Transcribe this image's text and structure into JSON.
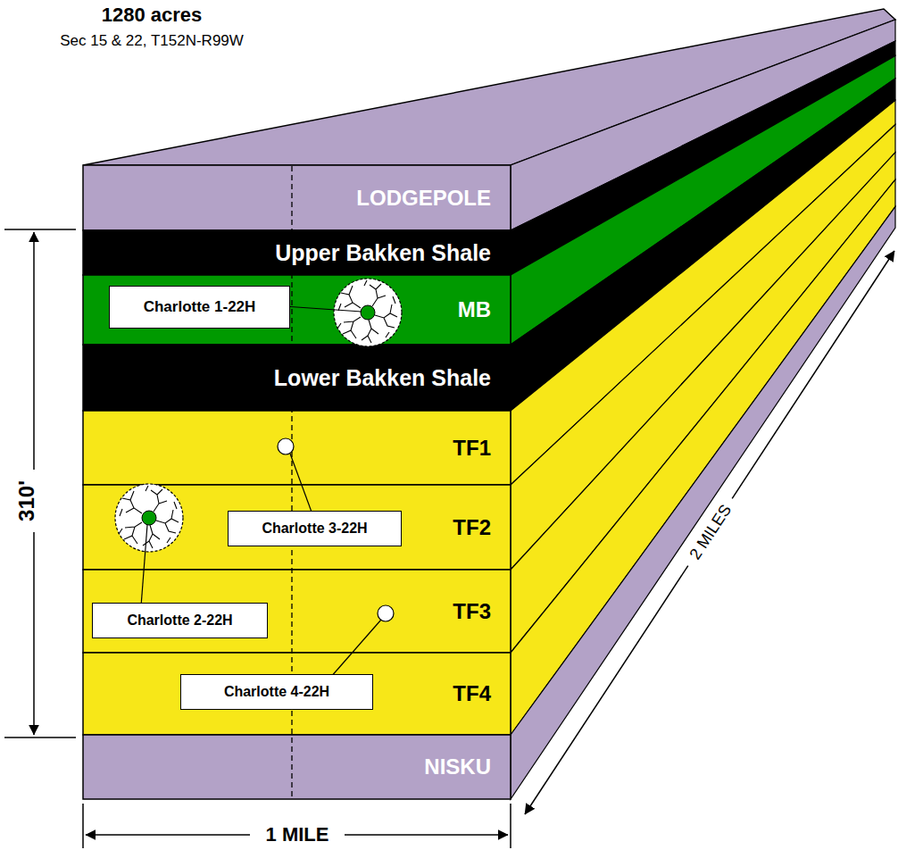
{
  "diagram": {
    "title": "1280 acres",
    "nodes": [
      {
        "text": [
          "LODGEPOLE"
        ]
      },
      {
        "text": [
          "Upper Bakken Shale"
        ]
      },
      {
        "text": [
          "MB"
        ]
      },
      {
        "text": [
          "Charlotte 1-22H"
        ],
        "in": 2
      },
      {
        "text": [
          "Lower Bakken Shale"
        ]
      },
      {
        "text": [
          "TF1"
        ]
      },
      {
        "text": [
          "TF2"
        ]
      },
      {
        "text": [
          "Charlotte 3-22H"
        ],
        "in": 6
      },
      {
        "text": [
          "TF3"
        ]
      },
      {
        "text": [
          "Charlotte 2-22H"
        ],
        "in": 8
      },
      {
        "text": [
          "TF4"
        ]
      },
      {
        "text": [
          "Charlotte 4-22H"
        ],
        "in": 10
      },
      {
        "text": [
          "NISKU"
        ]
      }
    ],
    "labels": [
      "Sec 15 & 22, T152N-R99W",
      "310'",
      "1 MILE",
      "2 MILES"
    ]
  }
}
